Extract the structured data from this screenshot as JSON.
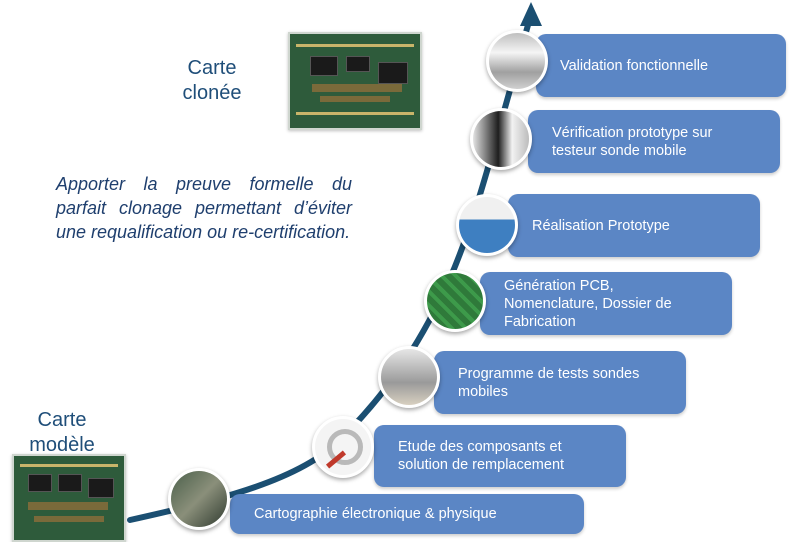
{
  "labels": {
    "carte_clonee": "Carte\nclonée",
    "carte_modele": "Carte\nmodèle"
  },
  "quote": "Apporter la preuve formelle du parfait clonage permettant d’éviter une requalification ou re-certification.",
  "colors": {
    "step_fill": "#5b86c5",
    "curve": "#1b4f72",
    "label_text": "#1f4e79"
  },
  "steps": [
    {
      "label": "Cartographie électronique & physique",
      "icon": "board-closeup-photo"
    },
    {
      "label": "Etude des composants et\nsolution de remplacement",
      "icon": "magnifier-figure-photo"
    },
    {
      "label": "Programme de tests sondes\nmobiles",
      "icon": "test-machine-photo"
    },
    {
      "label": "Génération PCB,\nNomenclature, Dossier de\nFabrication",
      "icon": "green-pcb-photo"
    },
    {
      "label": "Réalisation Prototype",
      "icon": "blue-machine-photo"
    },
    {
      "label": "Vérification prototype sur\ntesteur sonde mobile",
      "icon": "tester-photo"
    },
    {
      "label": "Validation fonctionnelle",
      "icon": "rack-photo"
    }
  ]
}
